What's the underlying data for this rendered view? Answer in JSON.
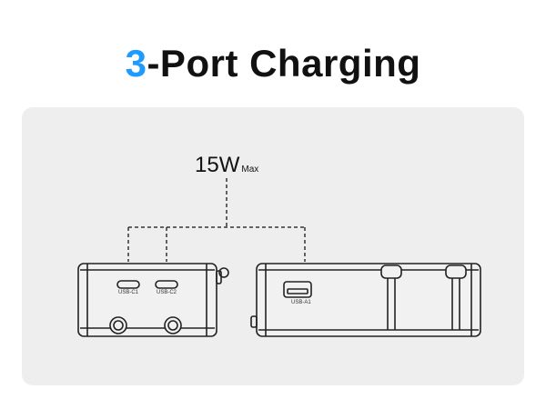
{
  "title": {
    "accent": "3",
    "rest": "-Port Charging"
  },
  "power": {
    "value": "15W",
    "unit": "Max"
  },
  "ports": [
    {
      "label": "USB-C1"
    },
    {
      "label": "USB-C2"
    },
    {
      "label": "USB-A1"
    }
  ],
  "colors": {
    "accent": "#1e9bff",
    "text": "#111111",
    "panel": "#eeeeee",
    "outline": "#222222"
  }
}
